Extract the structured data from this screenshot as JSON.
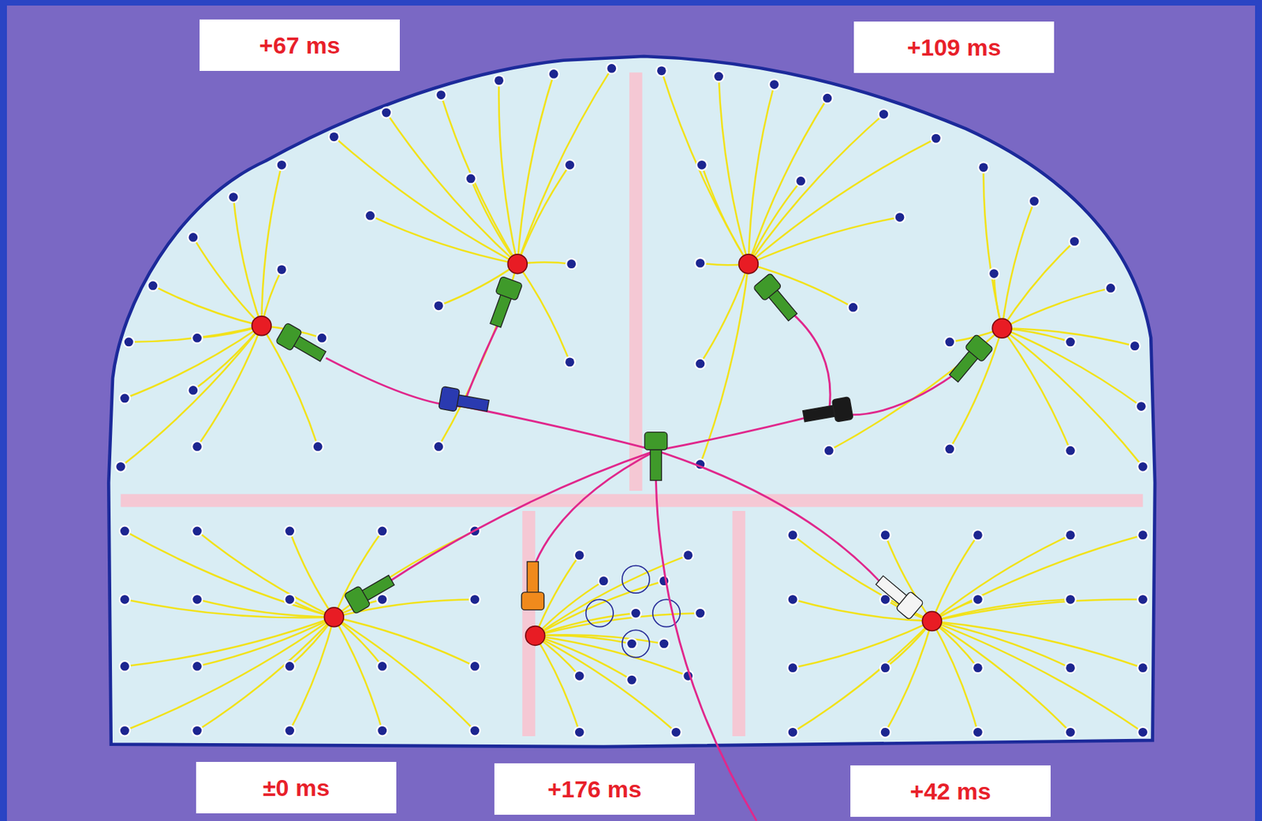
{
  "diagram": {
    "nodes": [
      {
        "text": [
          "+67 ms"
        ]
      },
      {
        "text": [
          "+109 ms"
        ]
      },
      {
        "text": [
          "±0 ms"
        ]
      },
      {
        "text": [
          "+176 ms"
        ]
      },
      {
        "text": [
          "+42 ms"
        ]
      }
    ]
  }
}
